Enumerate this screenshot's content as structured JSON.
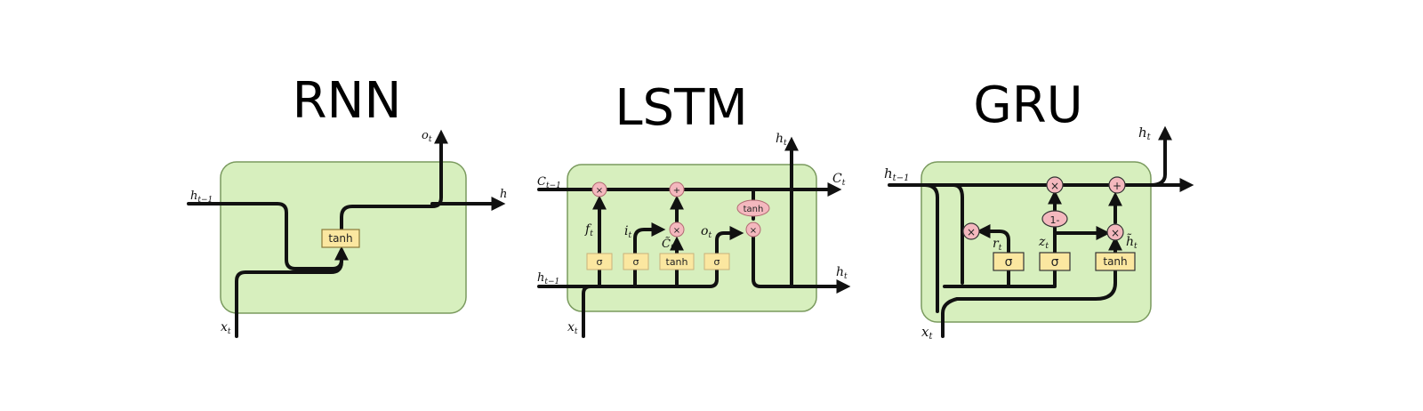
{
  "diagrams": [
    {
      "title": "RNN",
      "labels": {
        "x_t": "x",
        "x_sub": "t",
        "h_prev": "h",
        "h_prev_sub": "t−1",
        "o_t": "o",
        "o_sub": "t",
        "h_out": "h"
      },
      "gates": [
        "tanh"
      ]
    },
    {
      "title": "LSTM",
      "labels": {
        "c_prev": "C",
        "c_prev_sub": "t−1",
        "h_prev": "h",
        "h_prev_sub": "t−1",
        "x_t": "x",
        "x_sub": "t",
        "c_t": "C",
        "c_sub": "t",
        "h_t_top": "h",
        "h_t_top_sub": "t",
        "h_t_right": "h",
        "h_t_right_sub": "t",
        "f_t": "f",
        "f_sub": "t",
        "i_t": "i",
        "i_sub": "t",
        "c_tilde": "C̃",
        "c_tilde_sub": "t",
        "o_t": "o",
        "o_sub": "t"
      },
      "gates": [
        "σ",
        "σ",
        "tanh",
        "σ"
      ],
      "ops": [
        "×",
        "+",
        "×",
        "×"
      ],
      "tanh_op": "tanh"
    },
    {
      "title": "GRU",
      "labels": {
        "h_prev": "h",
        "h_prev_sub": "t−1",
        "h_t": "h",
        "h_t_sub": "t",
        "x_t": "x",
        "x_sub": "t",
        "r_t": "r",
        "r_sub": "t",
        "z_t": "z",
        "z_sub": "t",
        "h_tilde": "h̃",
        "h_tilde_sub": "t"
      },
      "gates": [
        "σ",
        "σ",
        "tanh"
      ],
      "ops": [
        "×",
        "+",
        "×",
        "×"
      ],
      "one_minus": "1-"
    }
  ],
  "colors": {
    "cell_fill": "#d7efbe",
    "gate_fill": "#fbe7a0",
    "op_fill": "#f4b8be",
    "wire": "#111111"
  }
}
